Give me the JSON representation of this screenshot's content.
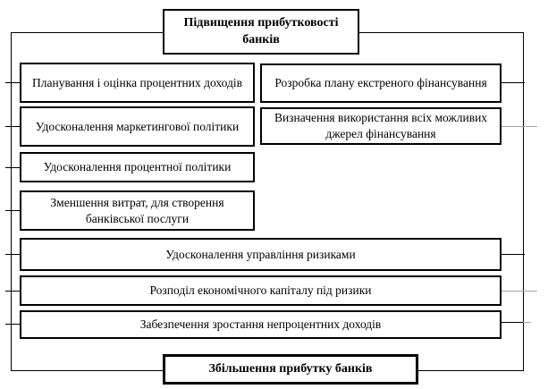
{
  "diagram": {
    "top_box": "Підвищення прибутковості банків",
    "bottom_box": "Збільшення прибутку банків",
    "left_boxes": [
      "Планування і оцінка процентних доходів",
      "Удосконалення маркетингової політики",
      "Удосконалення процентної політики",
      "Зменшення витрат, для створення банківської послуги"
    ],
    "right_boxes": [
      "Розробка плану екстреного фінансування",
      "Визначення використання  всіх можливих джерел фінансування"
    ],
    "full_boxes": [
      "Удосконалення управління ризиками",
      "Розподіл економічного капіталу під ризики",
      "Забезпечення зростання непроцентних доходів"
    ],
    "colors": {
      "line": "#000000",
      "gray_line": "#a3a3a3",
      "box_background": "#ffffff",
      "text": "#000000"
    }
  }
}
